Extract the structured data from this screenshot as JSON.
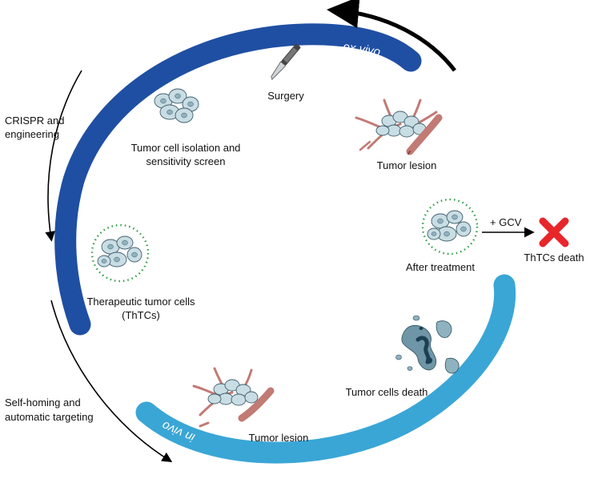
{
  "labels": {
    "ex_vivo": "ex vivo",
    "in_vivo": "in vivo",
    "surgery": "Surgery",
    "isolation_line1": "Tumor cell isolation and",
    "isolation_line2": "sensitivity screen",
    "tumor_lesion_top": "Tumor lesion",
    "crispr_line1": "CRISPR and",
    "crispr_line2": "engineering",
    "thtcs_line1": "Therapeutic tumor cells",
    "thtcs_line2": "(ThTCs)",
    "after_treatment": "After treatment",
    "gcv": "+ GCV",
    "thtcs_death": "ThTCs death",
    "tumor_cells_death": "Tumor cells death",
    "homing_line1": "Self-homing and",
    "homing_line2": "automatic targeting",
    "tumor_lesion_bottom": "Tumor lesion"
  },
  "colors": {
    "arc_ex_vivo": "#1f4fa3",
    "arc_in_vivo": "#3aa6d6",
    "arrow": "#000000",
    "death_cross": "#e8262a",
    "halo": "#2e9b46",
    "cell_fill": "#c9dde4",
    "vessel": "#c27a74"
  },
  "icons": [
    "scalpel-icon",
    "cell-cluster-icon",
    "halo-cell-cluster-icon",
    "tumor-lesion-icon",
    "dying-cells-icon",
    "death-cross-icon"
  ]
}
